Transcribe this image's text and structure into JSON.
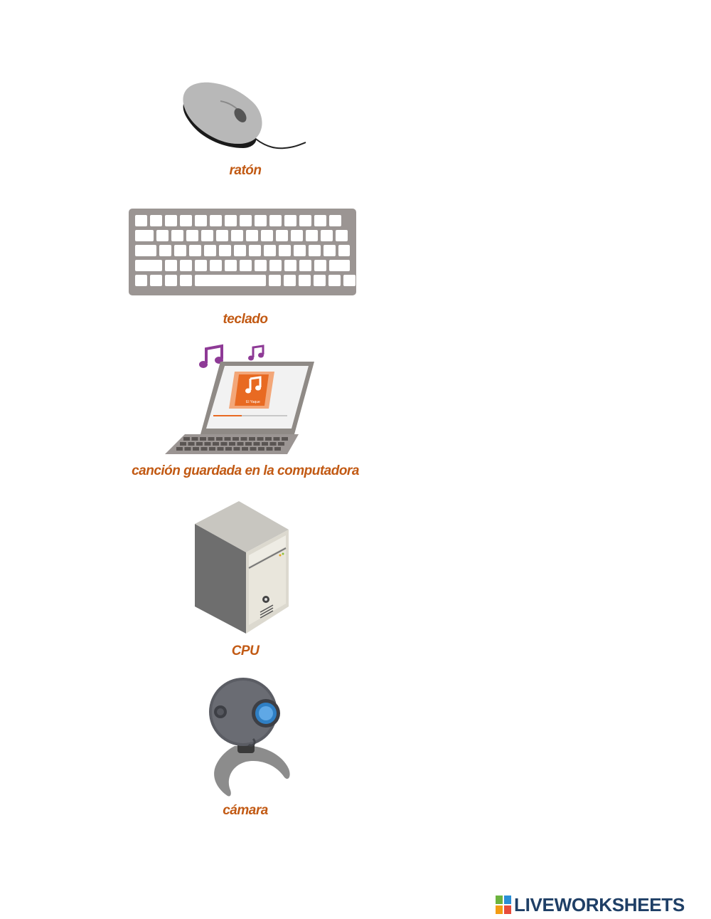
{
  "items": [
    {
      "icon": "mouse-icon",
      "label": "ratón"
    },
    {
      "icon": "keyboard-icon",
      "label": "teclado"
    },
    {
      "icon": "laptop-music-icon",
      "label": "canción guardada en la computadora"
    },
    {
      "icon": "cpu-tower-icon",
      "label": "CPU"
    },
    {
      "icon": "webcam-icon",
      "label": "cámara"
    }
  ],
  "laptop_screen_caption": "El Yaque",
  "brand": {
    "name": "LIVEWORKSHEETS",
    "icon": "liveworksheets-logo-icon"
  },
  "colors": {
    "caption": "#c25a14",
    "accent_purple": "#8e3a96",
    "screen_orange": "#e86a22",
    "brand": "#1f3f66"
  }
}
